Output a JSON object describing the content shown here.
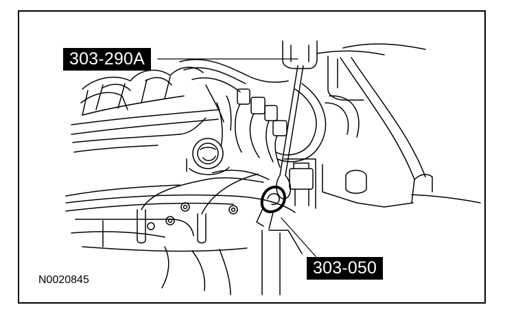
{
  "callouts": {
    "tool_a": "303-290A",
    "tool_b": "303-050"
  },
  "figure_number": "N0020845"
}
